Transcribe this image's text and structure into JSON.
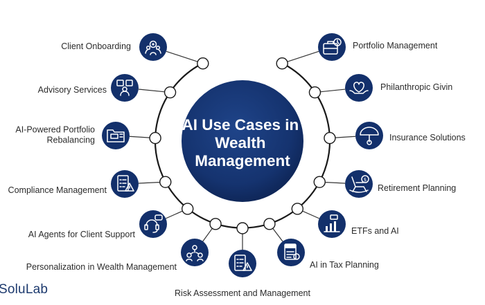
{
  "title": [
    "AI Use Cases in",
    "Wealth",
    "Management"
  ],
  "brand": "SoluLab",
  "colors": {
    "navy": "#13306b",
    "navy_dark": "#0d2352",
    "ring": "#1a1a1a",
    "connector": "#333333"
  },
  "left_items": [
    {
      "label": [
        "Client Onboarding"
      ],
      "icon": "team-gear-icon"
    },
    {
      "label": [
        "Advisory Services"
      ],
      "icon": "advisor-screen-icon"
    },
    {
      "label": [
        "AI-Powered Portfolio",
        "Rebalancing"
      ],
      "icon": "portfolio-folder-icon"
    },
    {
      "label": [
        "Compliance Management"
      ],
      "icon": "checklist-warning-icon"
    },
    {
      "label": [
        "AI Agents for Client Support"
      ],
      "icon": "headset-chat-icon"
    },
    {
      "label": [
        "Personalization in Wealth Management"
      ],
      "icon": "network-users-icon"
    }
  ],
  "bottom_item": {
    "label": [
      "Risk Assessment and Management"
    ],
    "icon": "risk-checklist-icon"
  },
  "right_items": [
    {
      "label": [
        "Portfolio Management"
      ],
      "icon": "portfolio-briefcase-icon"
    },
    {
      "label": [
        "Philanthropic Givin"
      ],
      "icon": "heart-hands-icon"
    },
    {
      "label": [
        "Insurance Solutions"
      ],
      "icon": "umbrella-coin-icon"
    },
    {
      "label": [
        "Retirement Planning"
      ],
      "icon": "rocking-chair-icon"
    },
    {
      "label": [
        "ETFs and AI"
      ],
      "icon": "growth-chart-icon"
    },
    {
      "label": [
        "AI in Tax Planning"
      ],
      "icon": "tax-document-icon"
    }
  ]
}
